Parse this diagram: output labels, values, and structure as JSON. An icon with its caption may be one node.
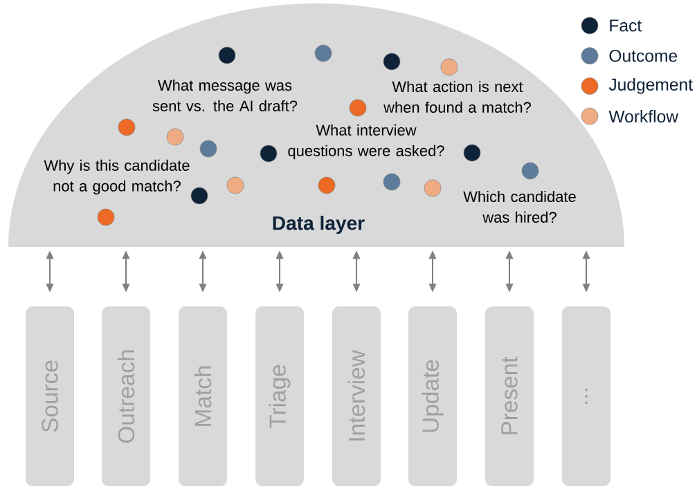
{
  "diagram": {
    "nodes": [
      {
        "text": [
          "Data layer"
        ]
      },
      {
        "text": [
          "Source"
        ]
      },
      {
        "text": [
          "Outreach"
        ]
      },
      {
        "text": [
          "Match"
        ]
      },
      {
        "text": [
          "Triage"
        ]
      },
      {
        "text": [
          "Interview"
        ]
      },
      {
        "text": [
          "Update"
        ]
      },
      {
        "text": [
          "Present"
        ]
      },
      {
        "text": [
          "..."
        ]
      }
    ],
    "edges": [
      {
        "from": 0,
        "to": 1,
        "arrow": "both"
      },
      {
        "from": 0,
        "to": 2,
        "arrow": "both"
      },
      {
        "from": 0,
        "to": 3,
        "arrow": "both"
      },
      {
        "from": 0,
        "to": 4,
        "arrow": "both"
      },
      {
        "from": 0,
        "to": 5,
        "arrow": "both"
      },
      {
        "from": 0,
        "to": 6,
        "arrow": "both"
      },
      {
        "from": 0,
        "to": 7,
        "arrow": "both"
      },
      {
        "from": 0,
        "to": 8,
        "arrow": "both"
      }
    ],
    "labels": [
      "What message was sent vs. the AI draft?",
      "What action is next when found a match?",
      "What interview questions were asked?",
      "Why is this candidate not a good match?",
      "Which candidate was hired?"
    ],
    "legend": [
      {
        "text": "Fact",
        "color": "#0e2238"
      },
      {
        "text": "Outcome",
        "color": "#5d7b9b"
      },
      {
        "text": "Judgement",
        "color": "#ec6a25"
      },
      {
        "text": "Workflow",
        "color": "#efac83"
      }
    ]
  }
}
